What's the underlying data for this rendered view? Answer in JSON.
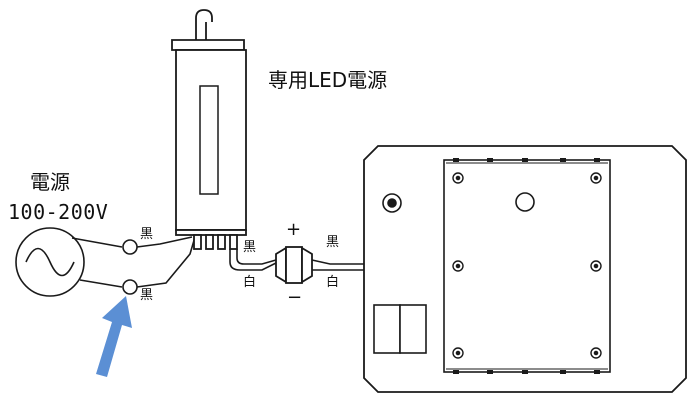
{
  "power_supply": {
    "label": "専用LED電源"
  },
  "mains": {
    "label": "電源",
    "voltage": "100-200V"
  },
  "wire_colors": {
    "mains_top": "黒",
    "mains_bottom": "黒",
    "psu_out_black": "黒",
    "psu_out_white": "白",
    "panel_black": "黒",
    "panel_white": "白"
  },
  "connector": {
    "plus": "+",
    "minus": "−"
  },
  "colors": {
    "line": "#1a1a1a",
    "arrow": "#5b8fd4",
    "background": "#ffffff"
  }
}
